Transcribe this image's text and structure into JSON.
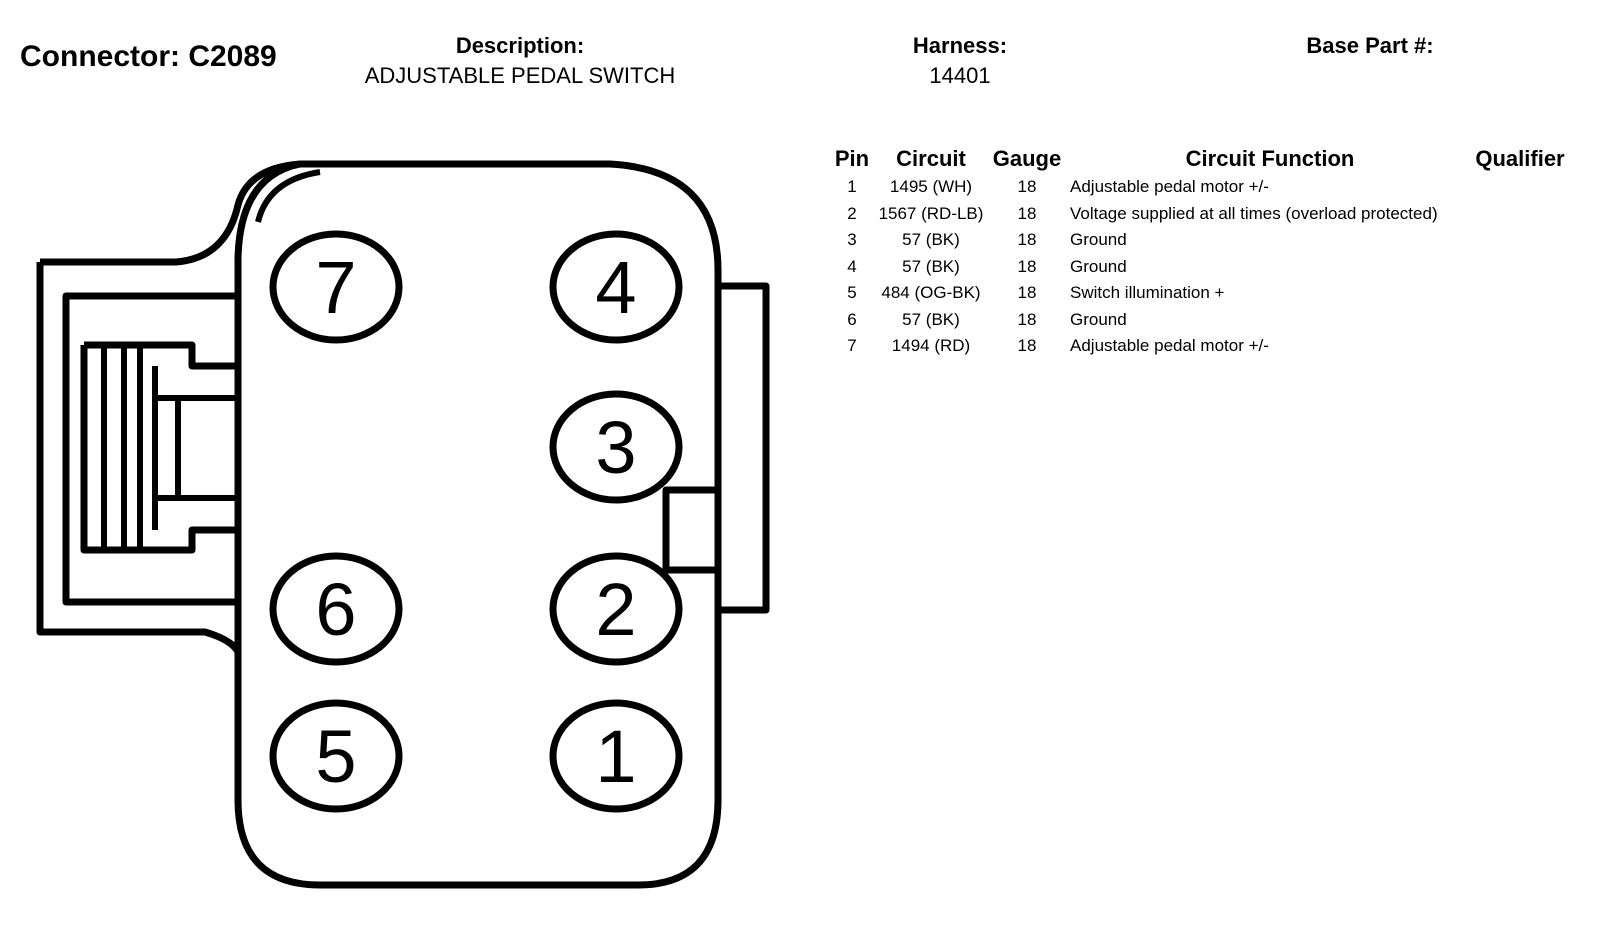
{
  "header": {
    "connector_label": "Connector: C2089",
    "description_label": "Description:",
    "description_value": "ADJUSTABLE PEDAL SWITCH",
    "harness_label": "Harness:",
    "harness_value": "14401",
    "base_part_label": "Base Part #:",
    "base_part_value": ""
  },
  "connector_face": {
    "pins": [
      "7",
      "4",
      "3",
      "6",
      "2",
      "5",
      "1"
    ]
  },
  "pin_table": {
    "headers": {
      "pin": "Pin",
      "circuit": "Circuit",
      "gauge": "Gauge",
      "function": "Circuit Function",
      "qualifier": "Qualifier"
    },
    "rows": [
      {
        "pin": "1",
        "circuit": "1495 (WH)",
        "gauge": "18",
        "function": "Adjustable pedal motor +/-",
        "qualifier": ""
      },
      {
        "pin": "2",
        "circuit": "1567 (RD-LB)",
        "gauge": "18",
        "function": "Voltage supplied at all times (overload protected)",
        "qualifier": ""
      },
      {
        "pin": "3",
        "circuit": "57 (BK)",
        "gauge": "18",
        "function": "Ground",
        "qualifier": ""
      },
      {
        "pin": "4",
        "circuit": "57 (BK)",
        "gauge": "18",
        "function": "Ground",
        "qualifier": ""
      },
      {
        "pin": "5",
        "circuit": "484 (OG-BK)",
        "gauge": "18",
        "function": "Switch illumination +",
        "qualifier": ""
      },
      {
        "pin": "6",
        "circuit": "57 (BK)",
        "gauge": "18",
        "function": "Ground",
        "qualifier": ""
      },
      {
        "pin": "7",
        "circuit": "1494 (RD)",
        "gauge": "18",
        "function": "Adjustable pedal motor +/-",
        "qualifier": ""
      }
    ]
  },
  "colors": {
    "ink": "#000000",
    "background": "#ffffff"
  }
}
